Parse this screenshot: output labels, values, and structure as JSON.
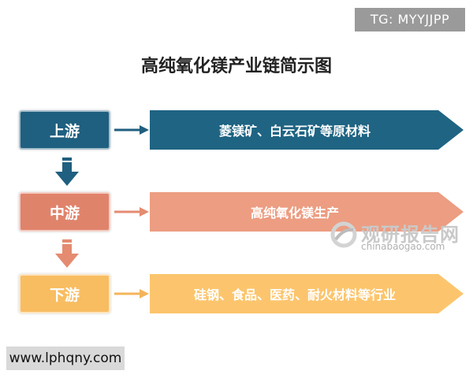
{
  "title": "高纯氧化镁产业链简示图",
  "tag": "TG: MYYJJPP",
  "footer_url": "www.lphqny.com",
  "watermark": {
    "name": "观研报告网",
    "url": "chinabaogao.com"
  },
  "colors": {
    "upstream_box": "#1f5f7f",
    "upstream_band": "#1f6483",
    "midstream_box": "#e0836b",
    "midstream_band": "#ec9d82",
    "downstream_box": "#f8bd61",
    "downstream_band": "#fcc56d"
  },
  "stages": [
    {
      "label": "上游",
      "desc": "菱镁矿、白云石矿等原材料"
    },
    {
      "label": "中游",
      "desc": "高纯氧化镁生产"
    },
    {
      "label": "下游",
      "desc": "硅钢、食品、医药、耐火材料等行业"
    }
  ]
}
